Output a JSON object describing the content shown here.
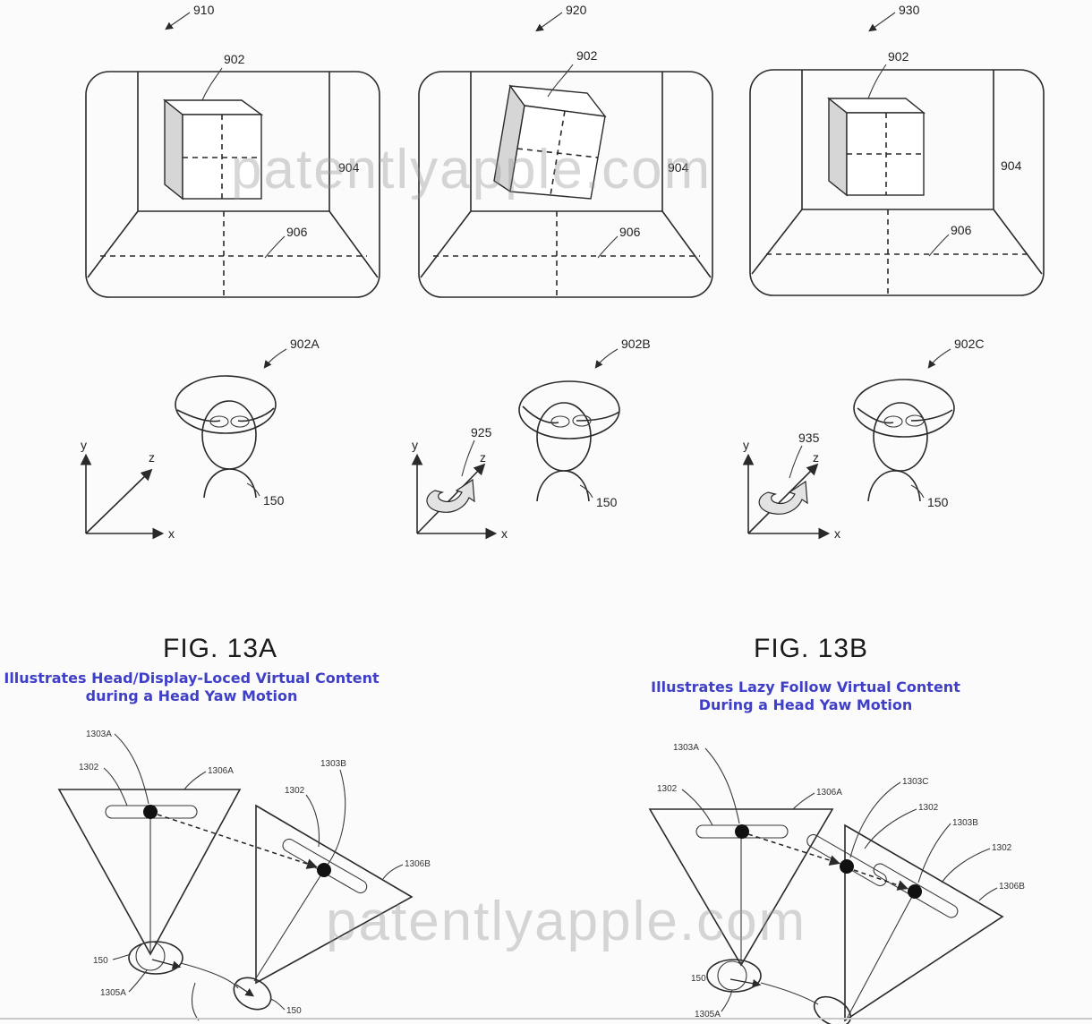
{
  "top_panels": [
    {
      "ref": "910",
      "object": "902",
      "wall": "904",
      "floor": "906",
      "head": "902A",
      "motion": "",
      "user": "150"
    },
    {
      "ref": "920",
      "object": "902",
      "wall": "904",
      "floor": "906",
      "head": "902B",
      "motion": "925",
      "user": "150"
    },
    {
      "ref": "930",
      "object": "902",
      "wall": "904",
      "floor": "906",
      "head": "902C",
      "motion": "935",
      "user": "150"
    }
  ],
  "axes": {
    "x": "x",
    "y": "y",
    "z": "z"
  },
  "figures": [
    {
      "title": "FIG. 13A",
      "caption": [
        "Illustrates Head/Display-Loced Virtual Content",
        "during a Head Yaw Motion"
      ],
      "labels": {
        "l1": "1303A",
        "l2": "1302",
        "l3": "1306A",
        "l4": "1303B",
        "l5": "1302",
        "l6": "1306B",
        "l7": "150",
        "l8": "1305A",
        "l9": "150"
      }
    },
    {
      "title": "FIG. 13B",
      "caption": [
        "Illustrates Lazy Follow Virtual Content",
        "During a Head Yaw Motion"
      ],
      "labels": {
        "l1": "1303A",
        "l2": "1302",
        "l3": "1306A",
        "l4": "1303C",
        "l5": "1302",
        "l6": "1303B",
        "l7": "1302",
        "l8": "1306B",
        "l9": "150",
        "l10": "1305A"
      }
    }
  ],
  "watermark": "patentlyapple.com"
}
